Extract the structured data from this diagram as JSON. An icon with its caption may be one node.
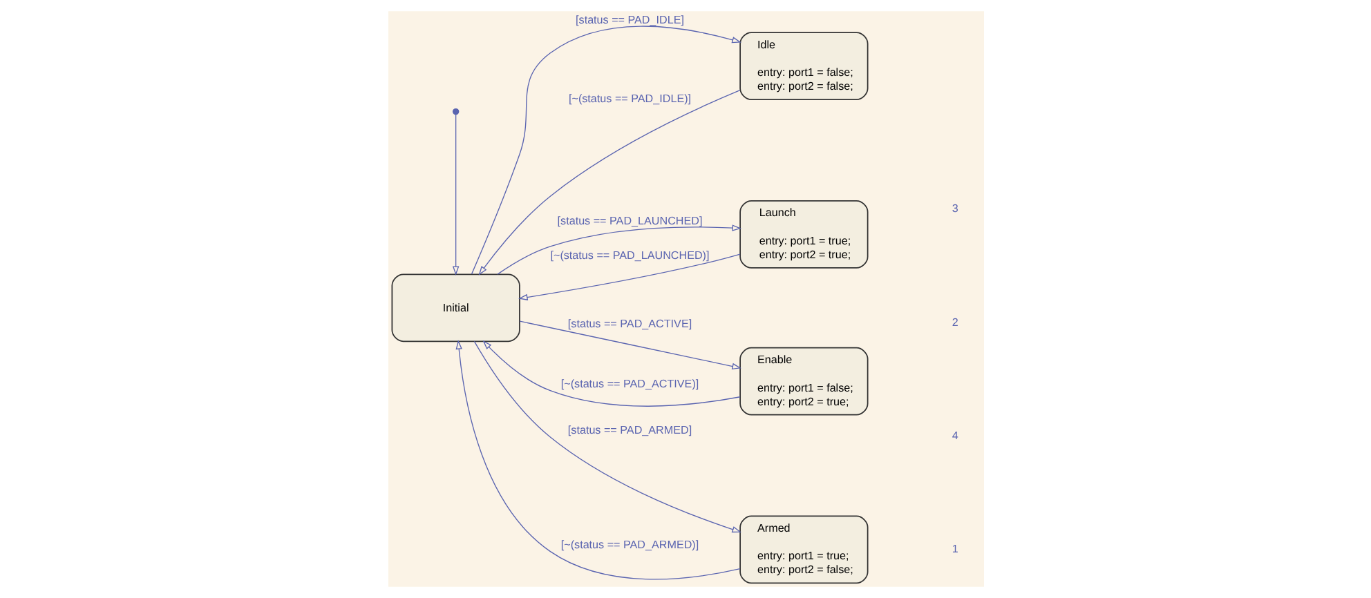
{
  "diagram": {
    "nodes": [
      {
        "text": [],
        "shape": "circle"
      },
      {
        "text": [
          "Idle",
          "entry: port1 = false; entry: port2 = false;"
        ]
      },
      {
        "text": [
          "Initial"
        ]
      },
      {
        "text": [
          "Launch",
          "entry: port1 = true; entry: port2 = true;"
        ]
      },
      {
        "text": [
          "Enable",
          "entry: port1 = false; entry: port2 = true;"
        ]
      },
      {
        "text": [
          "Armed",
          "entry: port1 = true; entry: port2 = false;"
        ]
      }
    ],
    "edges": [
      {
        "from": 0,
        "to": 2,
        "arrow": "to"
      },
      {
        "from": 2,
        "to": 1,
        "arrow": "to",
        "label": "[status == PAD_IDLE]"
      },
      {
        "from": 1,
        "to": 2,
        "arrow": "to",
        "label": "[~(status == PAD_IDLE)]"
      },
      {
        "from": 3,
        "to": 2,
        "arrow": "to",
        "label": "[~(status == PAD_LAUNCHED)]"
      },
      {
        "from": 2,
        "to": 3,
        "arrow": "to",
        "label": "[status == PAD_LAUNCHED]"
      },
      {
        "from": 2,
        "to": 4,
        "arrow": "to",
        "label": "[status == PAD_ACTIVE]"
      },
      {
        "from": 4,
        "to": 2,
        "arrow": "to",
        "label": "[~(status == PAD_ACTIVE)]"
      },
      {
        "from": 2,
        "to": 5,
        "arrow": "to",
        "label": "[status == PAD_ARMED]"
      },
      {
        "from": 5,
        "to": 2,
        "arrow": "to",
        "label": "[~(status == PAD_ARMED)]"
      }
    ],
    "labels": [
      "1",
      "4",
      "2",
      "3"
    ]
  }
}
